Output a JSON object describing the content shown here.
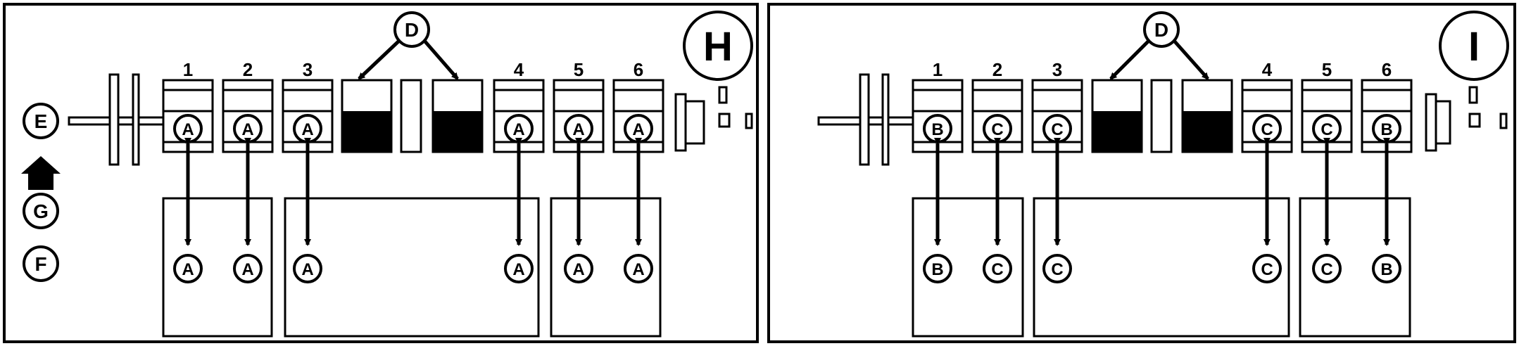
{
  "panels": [
    {
      "id": "H",
      "label": "H",
      "side_labels": {
        "E": "E",
        "G": "G",
        "F": "F"
      },
      "callout_top": "D",
      "positions": [
        {
          "number": "1",
          "top": "A",
          "bottom": "A"
        },
        {
          "number": "2",
          "top": "A",
          "bottom": "A"
        },
        {
          "number": "3",
          "top": "A",
          "bottom": "A"
        },
        {
          "number": "4",
          "top": "A",
          "bottom": "A"
        },
        {
          "number": "5",
          "top": "A",
          "bottom": "A"
        },
        {
          "number": "6",
          "top": "A",
          "bottom": "A"
        }
      ]
    },
    {
      "id": "I",
      "label": "I",
      "callout_top": "D",
      "positions": [
        {
          "number": "1",
          "top": "B",
          "bottom": "B"
        },
        {
          "number": "2",
          "top": "C",
          "bottom": "C"
        },
        {
          "number": "3",
          "top": "C",
          "bottom": "C"
        },
        {
          "number": "4",
          "top": "C",
          "bottom": "C"
        },
        {
          "number": "5",
          "top": "C",
          "bottom": "C"
        },
        {
          "number": "6",
          "top": "B",
          "bottom": "B"
        }
      ]
    }
  ]
}
